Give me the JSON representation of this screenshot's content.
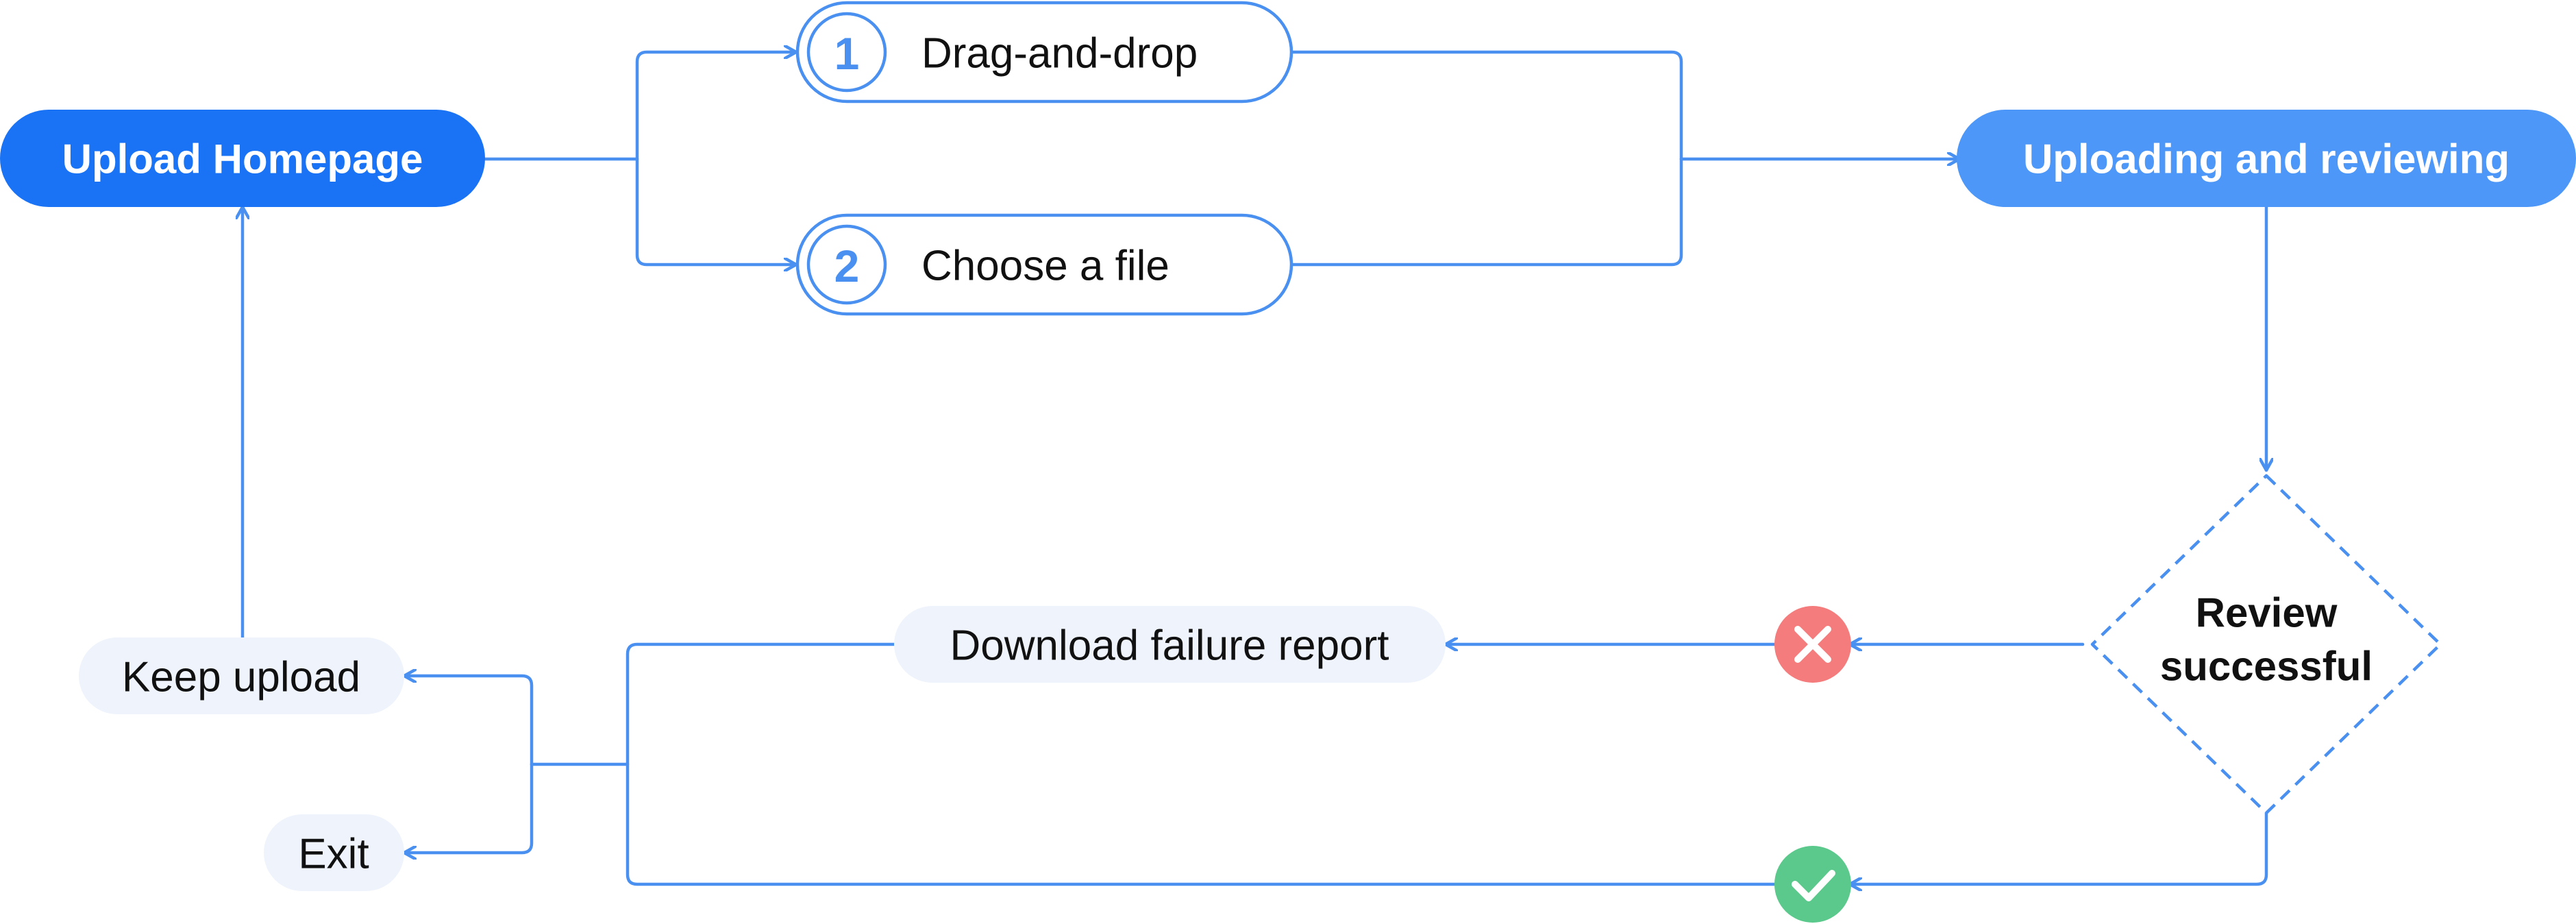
{
  "nodes": {
    "upload_homepage": "Upload Homepage",
    "option_1_number": "1",
    "option_1_label": "Drag-and-drop",
    "option_2_number": "2",
    "option_2_label": "Choose a file",
    "uploading_reviewing": "Uploading and reviewing",
    "decision_line_1": "Review",
    "decision_line_2": "successful",
    "download_report": "Download failure report",
    "keep_upload": "Keep upload",
    "exit": "Exit"
  },
  "status_icons": {
    "failure": "close-icon",
    "success": "check-icon"
  },
  "colors": {
    "line": "#4A90F0",
    "primary": "#1A73F4",
    "secondary": "#4C97F7",
    "chip_bg": "#EEF3FC",
    "fail": "#F47C7C",
    "success": "#5CC98C",
    "text": "#111111"
  }
}
